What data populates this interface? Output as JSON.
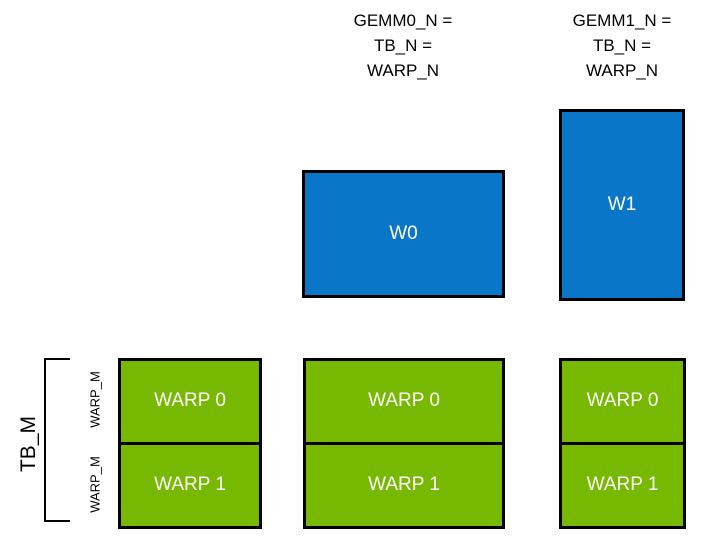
{
  "diagram": {
    "title_omitted": true,
    "background_color": "#ffffff",
    "colors": {
      "blue": "#0a76c8",
      "green": "#76b900",
      "outline": "#000000",
      "box_text": "#ffffff",
      "label_text": "#000000"
    },
    "column_headers": [
      {
        "id": "gemm0",
        "text": "GEMM0_N =\nTB_N =\nWARP_N"
      },
      {
        "id": "gemm1",
        "text": "GEMM1_N =\nTB_N =\nWARP_N"
      }
    ],
    "warp_tiles": [
      {
        "id": "w0",
        "label": "W0",
        "color": "#0a76c8"
      },
      {
        "id": "w1",
        "label": "W1",
        "color": "#0c76c4"
      }
    ],
    "measure_labels": {
      "tb_m": "TB_M",
      "warp_m_top": "WARP_M",
      "warp_m_bottom": "WARP_M"
    },
    "warp_columns": [
      {
        "id": "column-0",
        "cells": [
          {
            "label": "WARP 0"
          },
          {
            "label": "WARP 1"
          }
        ]
      },
      {
        "id": "column-1",
        "cells": [
          {
            "label": "WARP 0"
          },
          {
            "label": "WARP 1"
          }
        ]
      },
      {
        "id": "column-2",
        "cells": [
          {
            "label": "WARP 0"
          },
          {
            "label": "WARP 1"
          }
        ]
      }
    ]
  }
}
